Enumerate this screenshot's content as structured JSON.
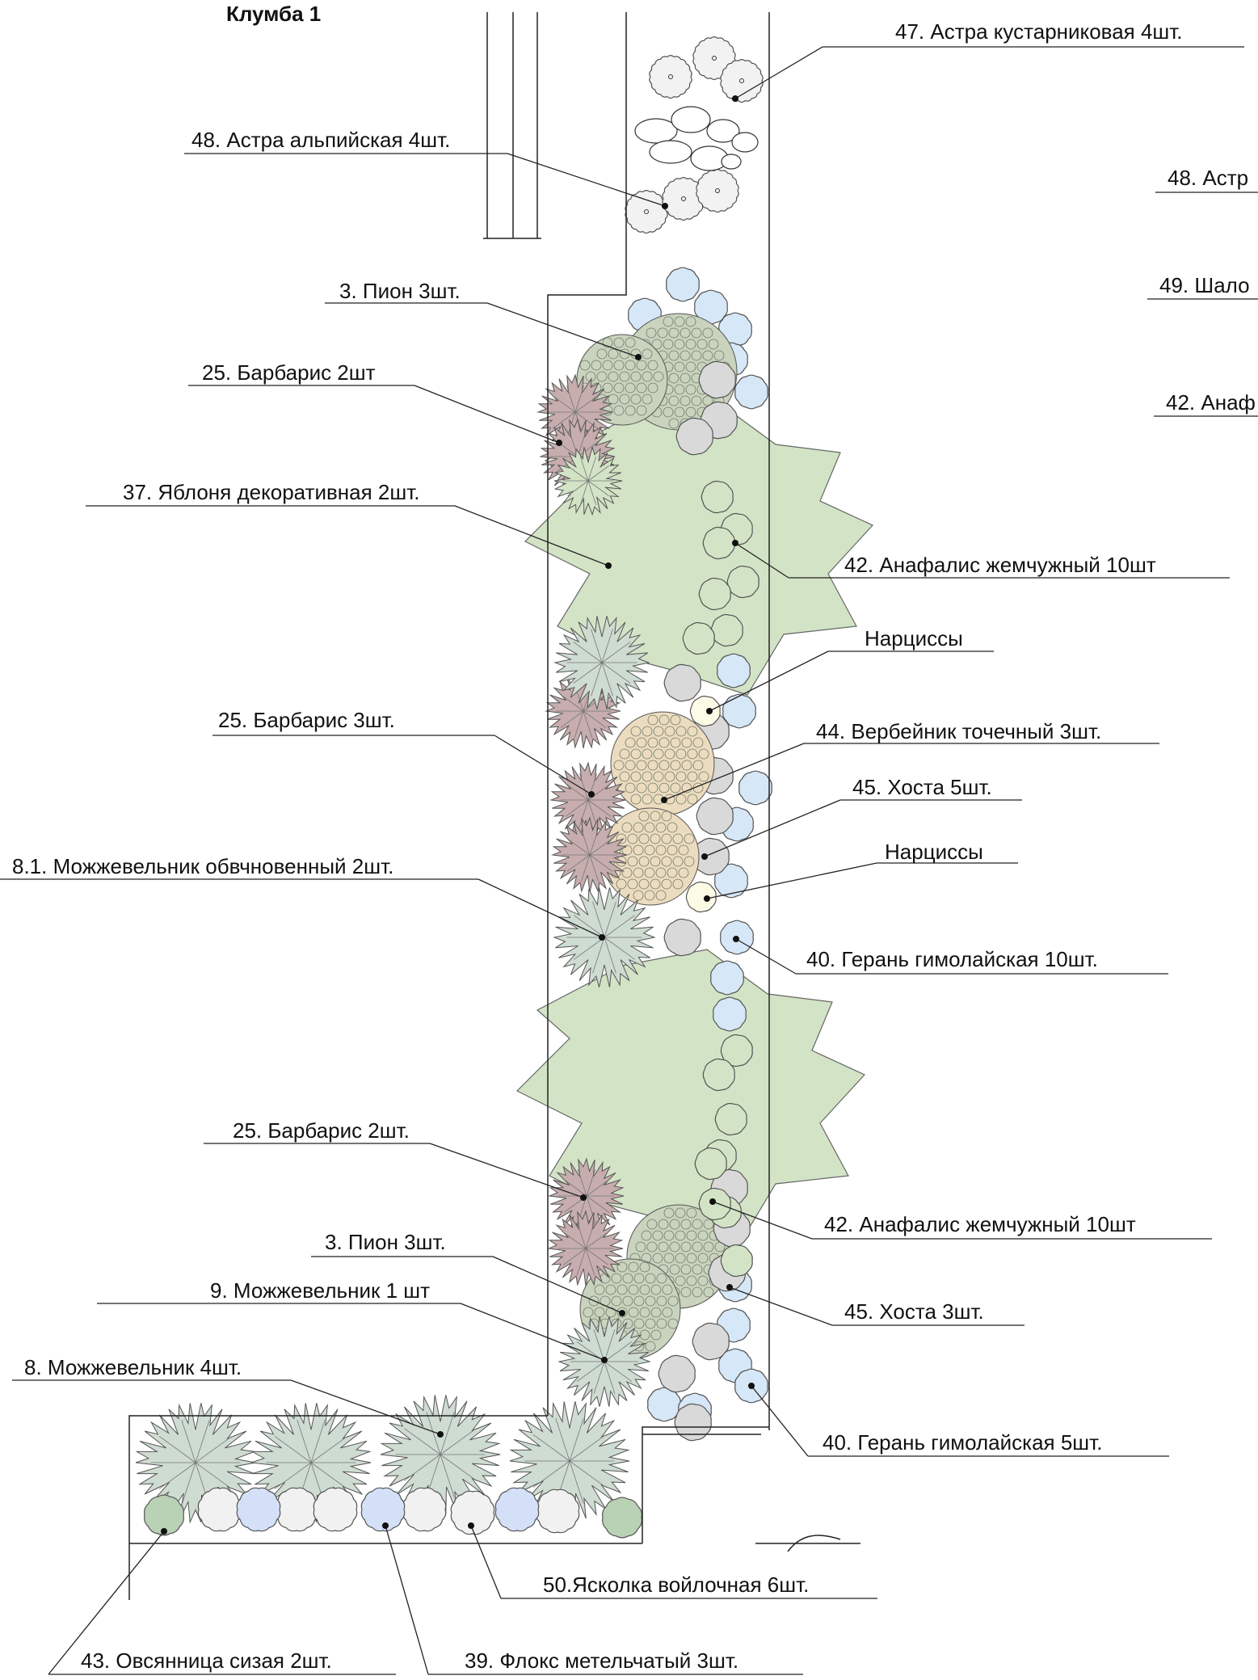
{
  "title": "Клумба 1",
  "labels": [
    {
      "key": "l0",
      "text": "47. Астра кустарниковая 4шт."
    },
    {
      "key": "l1",
      "text": "48. Астра альпийская 4шт."
    },
    {
      "key": "l2",
      "text": "48. Астр"
    },
    {
      "key": "l3",
      "text": "3. Пион 3шт."
    },
    {
      "key": "l4",
      "text": "49. Шало"
    },
    {
      "key": "l5",
      "text": "25. Барбарис 2шт"
    },
    {
      "key": "l6",
      "text": "42. Анаф"
    },
    {
      "key": "l7",
      "text": "37. Яблоня декоративная 2шт."
    },
    {
      "key": "l8",
      "text": "42. Анафалис жемчужный 10шт"
    },
    {
      "key": "l9",
      "text": "Нарциссы"
    },
    {
      "key": "l10",
      "text": "25. Барбарис 3шт."
    },
    {
      "key": "l11",
      "text": "44. Вербейник точечный 3шт."
    },
    {
      "key": "l12",
      "text": "45. Хоста 5шт."
    },
    {
      "key": "l13",
      "text": "Нарциссы"
    },
    {
      "key": "l14",
      "text": "8.1. Можжевельник обвчновенный 2шт."
    },
    {
      "key": "l15",
      "text": "40. Герань гимолайская 10шт."
    },
    {
      "key": "l16",
      "text": "25. Барбарис 2шт."
    },
    {
      "key": "l17",
      "text": "42. Анафалис жемчужный 10шт"
    },
    {
      "key": "l18",
      "text": "3. Пион 3шт."
    },
    {
      "key": "l19",
      "text": "9. Можжевельник 1 шт"
    },
    {
      "key": "l20",
      "text": "45. Хоста 3шт."
    },
    {
      "key": "l21",
      "text": "8. Можжевельник 4шт."
    },
    {
      "key": "l22",
      "text": "40. Герань гимолайская 5шт."
    },
    {
      "key": "l23",
      "text": "50.Ясколка войлочная 6шт."
    },
    {
      "key": "l24",
      "text": "43. Овсянница сизая 2шт."
    },
    {
      "key": "l25",
      "text": "39. Флокс метельчатый 3шт."
    }
  ],
  "colors": {
    "line": "#222222",
    "canopy": "#d3e4c6",
    "peony": "#c9d3bd",
    "barberry": "#c7adae",
    "juniper": "#cfdcd1",
    "geranium": "#d6e7f7",
    "hosta": "#d9d9d9",
    "loosestrife": "#ecdcbf",
    "daffodil": "#fbfbe6",
    "aster": "#f2f2f2",
    "fescue": "#b9d1b4",
    "phlox": "#d4e0f7",
    "cerastium": "#f1f1f1"
  }
}
